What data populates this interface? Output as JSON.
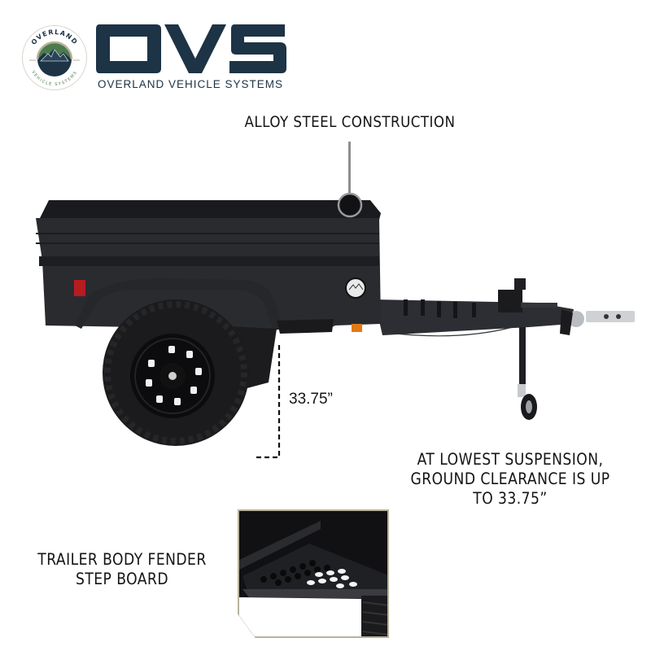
{
  "brand": {
    "badge_top_text": "OVERLAND",
    "badge_bottom_text": "VEHICLE SYSTEMS",
    "wordmark": "OVS",
    "subtitle": "OVERLAND VEHICLE SYSTEMS",
    "colors": {
      "navy": "#1d3346",
      "green": "#4a7c4e",
      "tan": "#b8b29a"
    }
  },
  "callouts": {
    "alloy": "ALLOY STEEL CONSTRUCTION",
    "measurement": "33.75”",
    "clearance_lines": [
      "AT LOWEST SUSPENSION,",
      "GROUND CLEARANCE IS UP",
      "TO 33.75”"
    ],
    "step_lines": [
      "TRAILER BODY FENDER",
      "STEP BOARD"
    ]
  },
  "product": {
    "name": "off-road utility trailer",
    "body_color": "#2a2b2f"
  }
}
